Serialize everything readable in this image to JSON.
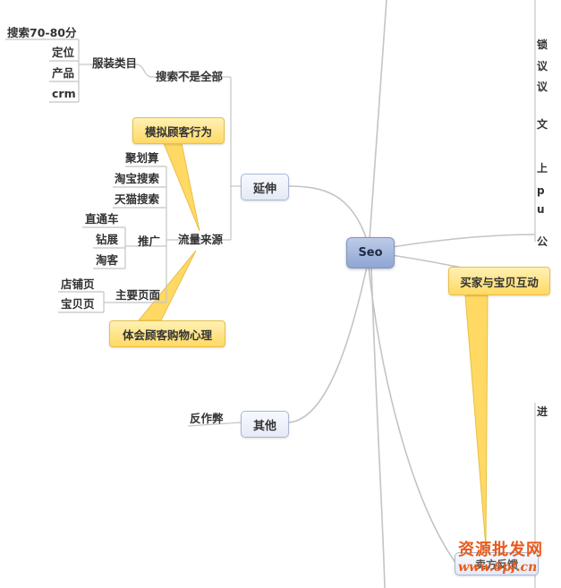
{
  "central_topic": "Seo",
  "branches": {
    "extend": "延伸",
    "other": "其他"
  },
  "subtopics": {
    "search_not_all": "搜索不是全部",
    "clothing_category": "服装类目",
    "search_score": "搜索70-80分",
    "positioning": "定位",
    "product": "产品",
    "crm": "crm",
    "traffic_source": "流量来源",
    "juhuasuan": "聚划算",
    "taobao_search": "淘宝搜索",
    "tmall_search": "天猫搜索",
    "promotion": "推广",
    "ztc": "直通车",
    "zuanzhan": "钻展",
    "taoke": "淘客",
    "main_pages": "主要页面",
    "shop_page": "店铺页",
    "item_page": "宝贝页",
    "anti_cheat": "反作弊"
  },
  "callouts": {
    "simulate_behavior": "模拟顾客行为",
    "shopping_psychology": "体会顾客购物心理",
    "buyer_item_interaction": "买家与宝贝互动"
  },
  "right_cut_glyphs": [
    "锁",
    "议",
    "议",
    "文",
    "上",
    "p",
    "u",
    "公",
    "进"
  ],
  "bottom_topic_partial": "卖方反馈",
  "watermark": {
    "line1": "资源批发网",
    "line2": "www.6pf.cn"
  },
  "colors": {
    "connector": "#c4c4c4",
    "callout_fill": "#ffd964",
    "callout_border": "#e8bf45",
    "topic_border": "#a9b8d6",
    "central_fill": "#9fb3db",
    "watermark": "#e85a1a"
  }
}
